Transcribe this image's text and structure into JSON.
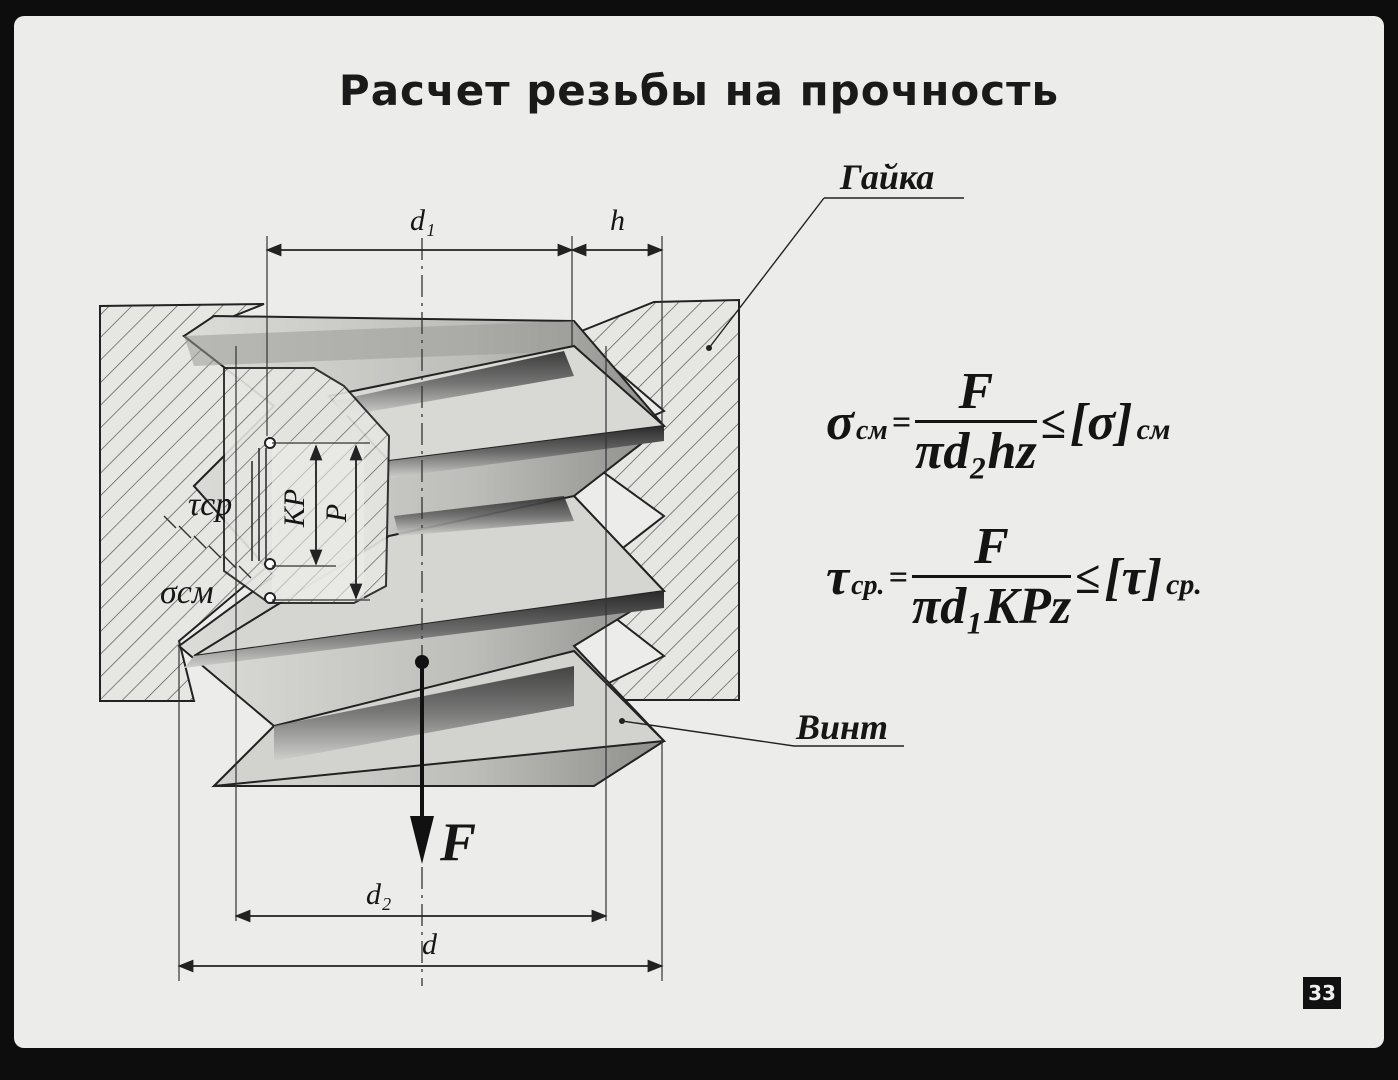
{
  "title": "Расчет резьбы на прочность",
  "labels": {
    "nut": "Гайка",
    "screw": "Винт",
    "force": "F",
    "d1": "d₁",
    "h": "h",
    "d2": "d₂",
    "d": "d",
    "kp": "KP",
    "p": "P",
    "tau_cp": "τср",
    "sigma_cm": "σсм"
  },
  "formulas": {
    "bearing": {
      "lhs_symbol": "σ",
      "lhs_sub": "см",
      "numerator": "F",
      "denominator": "πd₂hz",
      "relation": "≤",
      "allowed": "[σ]",
      "allowed_sub": "см"
    },
    "shear": {
      "lhs_symbol": "τ",
      "lhs_sub": "ср.",
      "numerator": "F",
      "denominator": "πd₁KPz",
      "relation": "≤",
      "allowed": "[τ]",
      "allowed_sub": "ср."
    }
  },
  "slide_number": "33"
}
